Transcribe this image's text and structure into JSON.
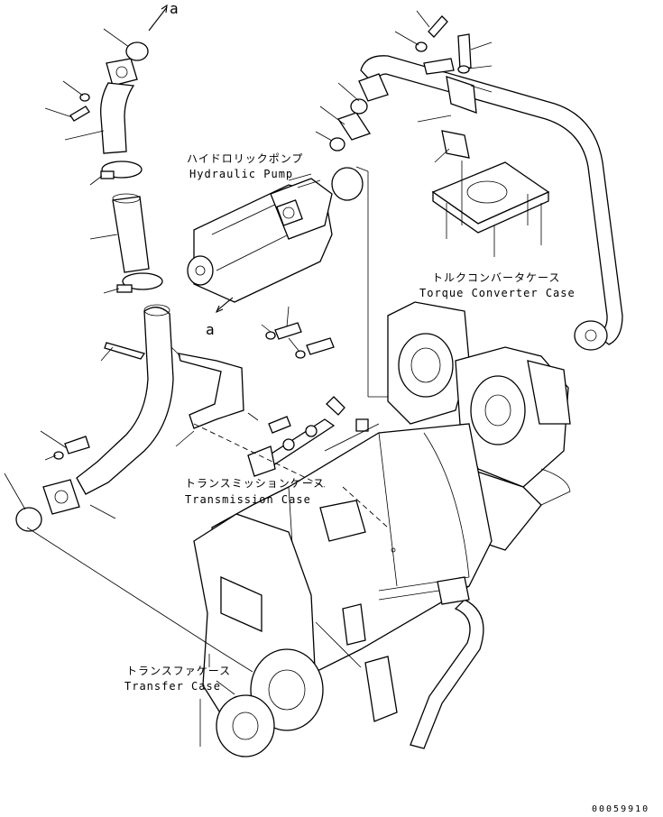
{
  "labels": {
    "hydraulic_pump_jp": "ハイドロリックポンプ",
    "hydraulic_pump_en": "Hydraulic Pump",
    "torque_converter_case_jp": "トルクコンバータケース",
    "torque_converter_case_en": "Torque Converter Case",
    "transmission_case_jp": "トランスミッションケース",
    "transmission_case_en": "Transmission Case",
    "transfer_case_jp": "トランスファケース",
    "transfer_case_en": "Transfer Case",
    "view_ref_top": "a",
    "view_ref_pump": "a"
  },
  "document_number": "00059910"
}
